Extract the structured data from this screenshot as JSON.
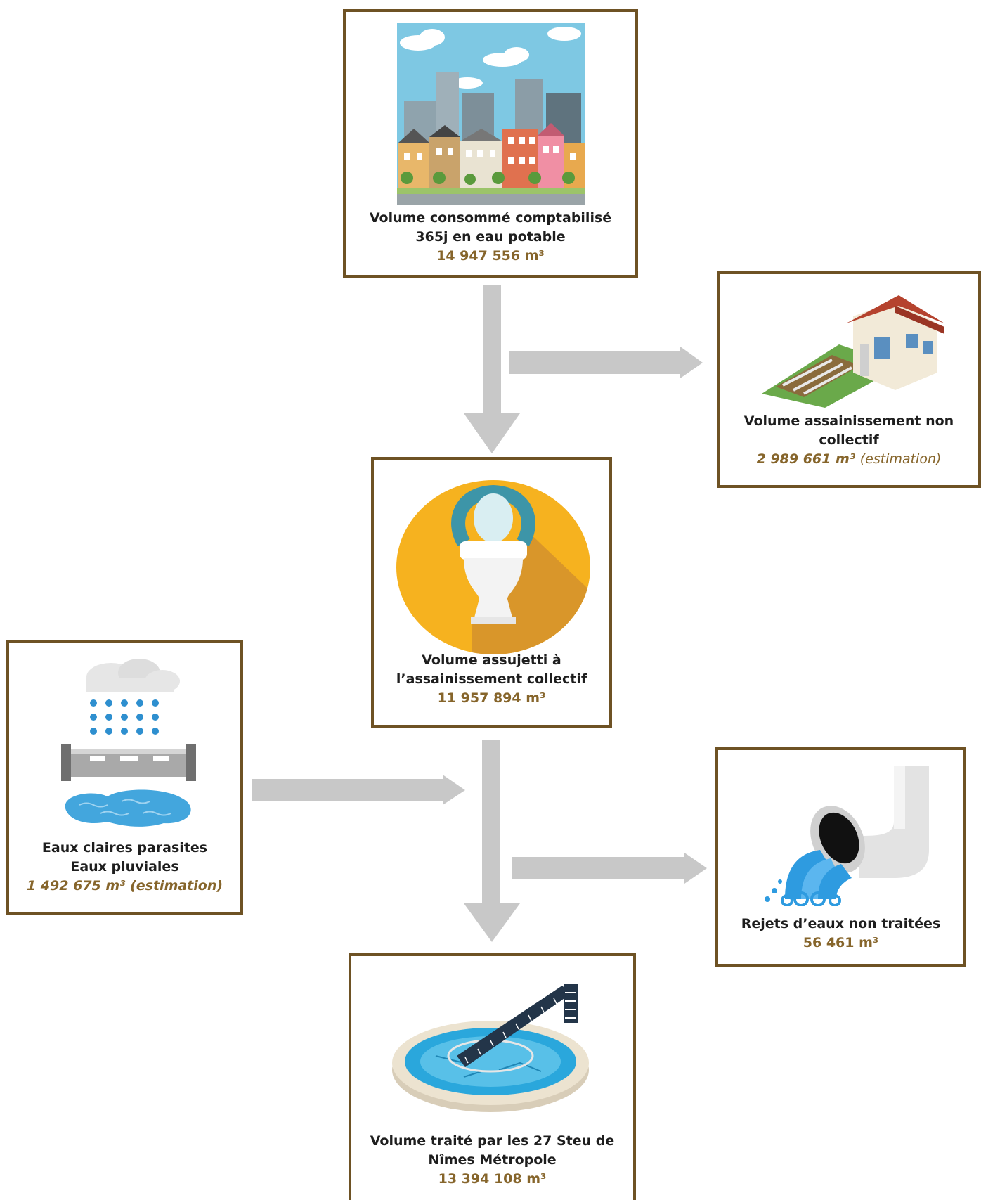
{
  "colors": {
    "border": "#6e5224",
    "value": "#86652b",
    "arrow": "#c8c8c8",
    "text": "#1e1e1e"
  },
  "nodes": {
    "consumed": {
      "icon": "city-buildings-icon",
      "line1": "Volume consommé comptabilisé",
      "line2": "365j en eau potable",
      "value": "14 947 556 m³"
    },
    "non_collective": {
      "icon": "house-septic-tank-icon",
      "line1": "Volume assainissement non",
      "line2": "collectif",
      "value": "2 989 661 m³",
      "value_note": "(estimation)"
    },
    "collective": {
      "icon": "toilet-icon",
      "line1": "Volume assujetti à",
      "line2": "l’assainissement collectif",
      "value": "11 957 894 m³"
    },
    "parasitic": {
      "icon": "rain-pipe-puddle-icon",
      "line1": "Eaux claires parasites",
      "line2": "Eaux pluviales",
      "value": "1 492 675 m³",
      "value_note": "(estimation)"
    },
    "untreated": {
      "icon": "discharge-pipe-icon",
      "line1": "Rejets d’eaux non traitées",
      "value": "56 461 m³"
    },
    "treated": {
      "icon": "treatment-basin-icon",
      "line1": "Volume traité par les 27 Steu de",
      "line2": "Nîmes Métropole",
      "value": "13 394 108 m³"
    }
  }
}
